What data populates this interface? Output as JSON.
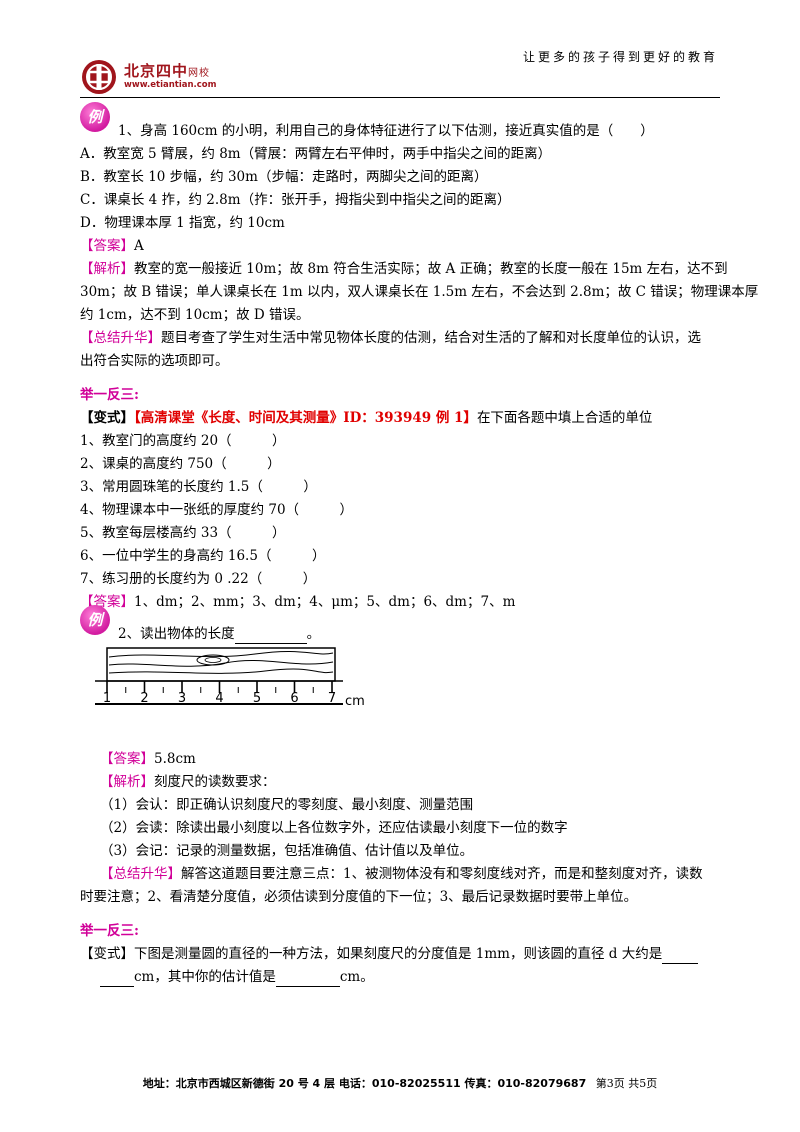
{
  "header": {
    "motto": "让更多的孩子得到更好的教育",
    "logo_text": "北京四中",
    "logo_sub": "网校",
    "logo_url": "www.etiantian.com"
  },
  "example1": {
    "badge": "例",
    "question": "1、身高 160cm 的小明，利用自己的身体特征进行了以下估测，接近真实值的是（　　）",
    "options": [
      "A．教室宽 5 臂展，约 8m（臂展：两臂左右平伸时，两手中指尖之间的距离）",
      "B．教室长 10 步幅，约 30m（步幅：走路时，两脚尖之间的距离）",
      "C．课桌长 4 拃，约 2.8m（拃：张开手，拇指尖到中指尖之间的距离）",
      "D．物理课本厚 1 指宽，约 10cm"
    ],
    "answer_label": "【答案】",
    "answer": "A",
    "analysis_label": "【解析】",
    "analysis_lines": [
      "教室的宽一般接近 10m；故 8m 符合生活实际；故 A 正确；教室的长度一般在 15m 左右，达不到",
      "30m；故 B 错误；单人课桌长在 1m 以内，双人课桌长在 1.5m 左右，不会达到 2.8m；故 C 错误；物理课本厚",
      "约 1cm，达不到 10cm；故 D 错误。"
    ],
    "summary_label": "【总结升华】",
    "summary_lines": [
      "题目考查了学生对生活中常见物体长度的估测，结合对生活的了解和对长度单位的认识，选",
      "出符合实际的选项即可。"
    ]
  },
  "variant1": {
    "section_title": "举一反三:",
    "label": "【变式】",
    "ref": "【高清课堂《长度、时间及其测量》ID：393949 例 1】",
    "prompt": "在下面各题中填上合适的单位",
    "items": [
      "1、教室门的高度约 20（　　　）",
      "2、课桌的高度约 750（　　　）",
      "3、常用圆珠笔的长度约 1.5（　　　）",
      "4、物理课本中一张纸的厚度约 70（　　　）",
      "5、教室每层楼高约 33（　　　）",
      "6、一位中学生的身高约 16.5（　　　）",
      "7、练习册的长度约为 0 .22（　　　）"
    ],
    "answer_label": "【答案】",
    "answer": "1、dm；2、mm；3、dm；4、μm；5、dm；6、dm；7、m"
  },
  "example2": {
    "badge": "例",
    "question": "2、读出物体的长度",
    "question_end": "。",
    "ruler_ticks": [
      "1",
      "2",
      "3",
      "4",
      "5",
      "6",
      "7"
    ],
    "ruler_unit": "cm",
    "answer_label": "【答案】",
    "answer": "5.8cm",
    "analysis_label": "【解析】",
    "analysis_intro": "刻度尺的读数要求：",
    "analysis_points": [
      "（1）会认：即正确认识刻度尺的零刻度、最小刻度、测量范围",
      "（2）会读：除读出最小刻度以上各位数字外，还应估读最小刻度下一位的数字",
      "（3）会记：记录的测量数据，包括准确值、估计值以及单位。"
    ],
    "summary_label": "【总结升华】",
    "summary_lines": [
      "解答这道题目要注意三点：1、被测物体没有和零刻度线对齐，而是和整刻度对齐，读数",
      "时要注意；2、看清楚分度值，必须估读到分度值的下一位；3、最后记录数据时要带上单位。"
    ]
  },
  "variant2": {
    "section_title": "举一反三:",
    "label": "【变式】",
    "line1": "下图是测量圆的直径的一种方法，如果刻度尺的分度值是 1mm，则该圆的直径 d 大约是",
    "line2_mid": "cm，其中你的估计值是",
    "line2_end": "cm。"
  },
  "footer": {
    "address": "地址：北京市西城区新德街 20 号 4 层  电话：010-82025511  传真：010-82079687",
    "page": "第3页  共5页"
  }
}
